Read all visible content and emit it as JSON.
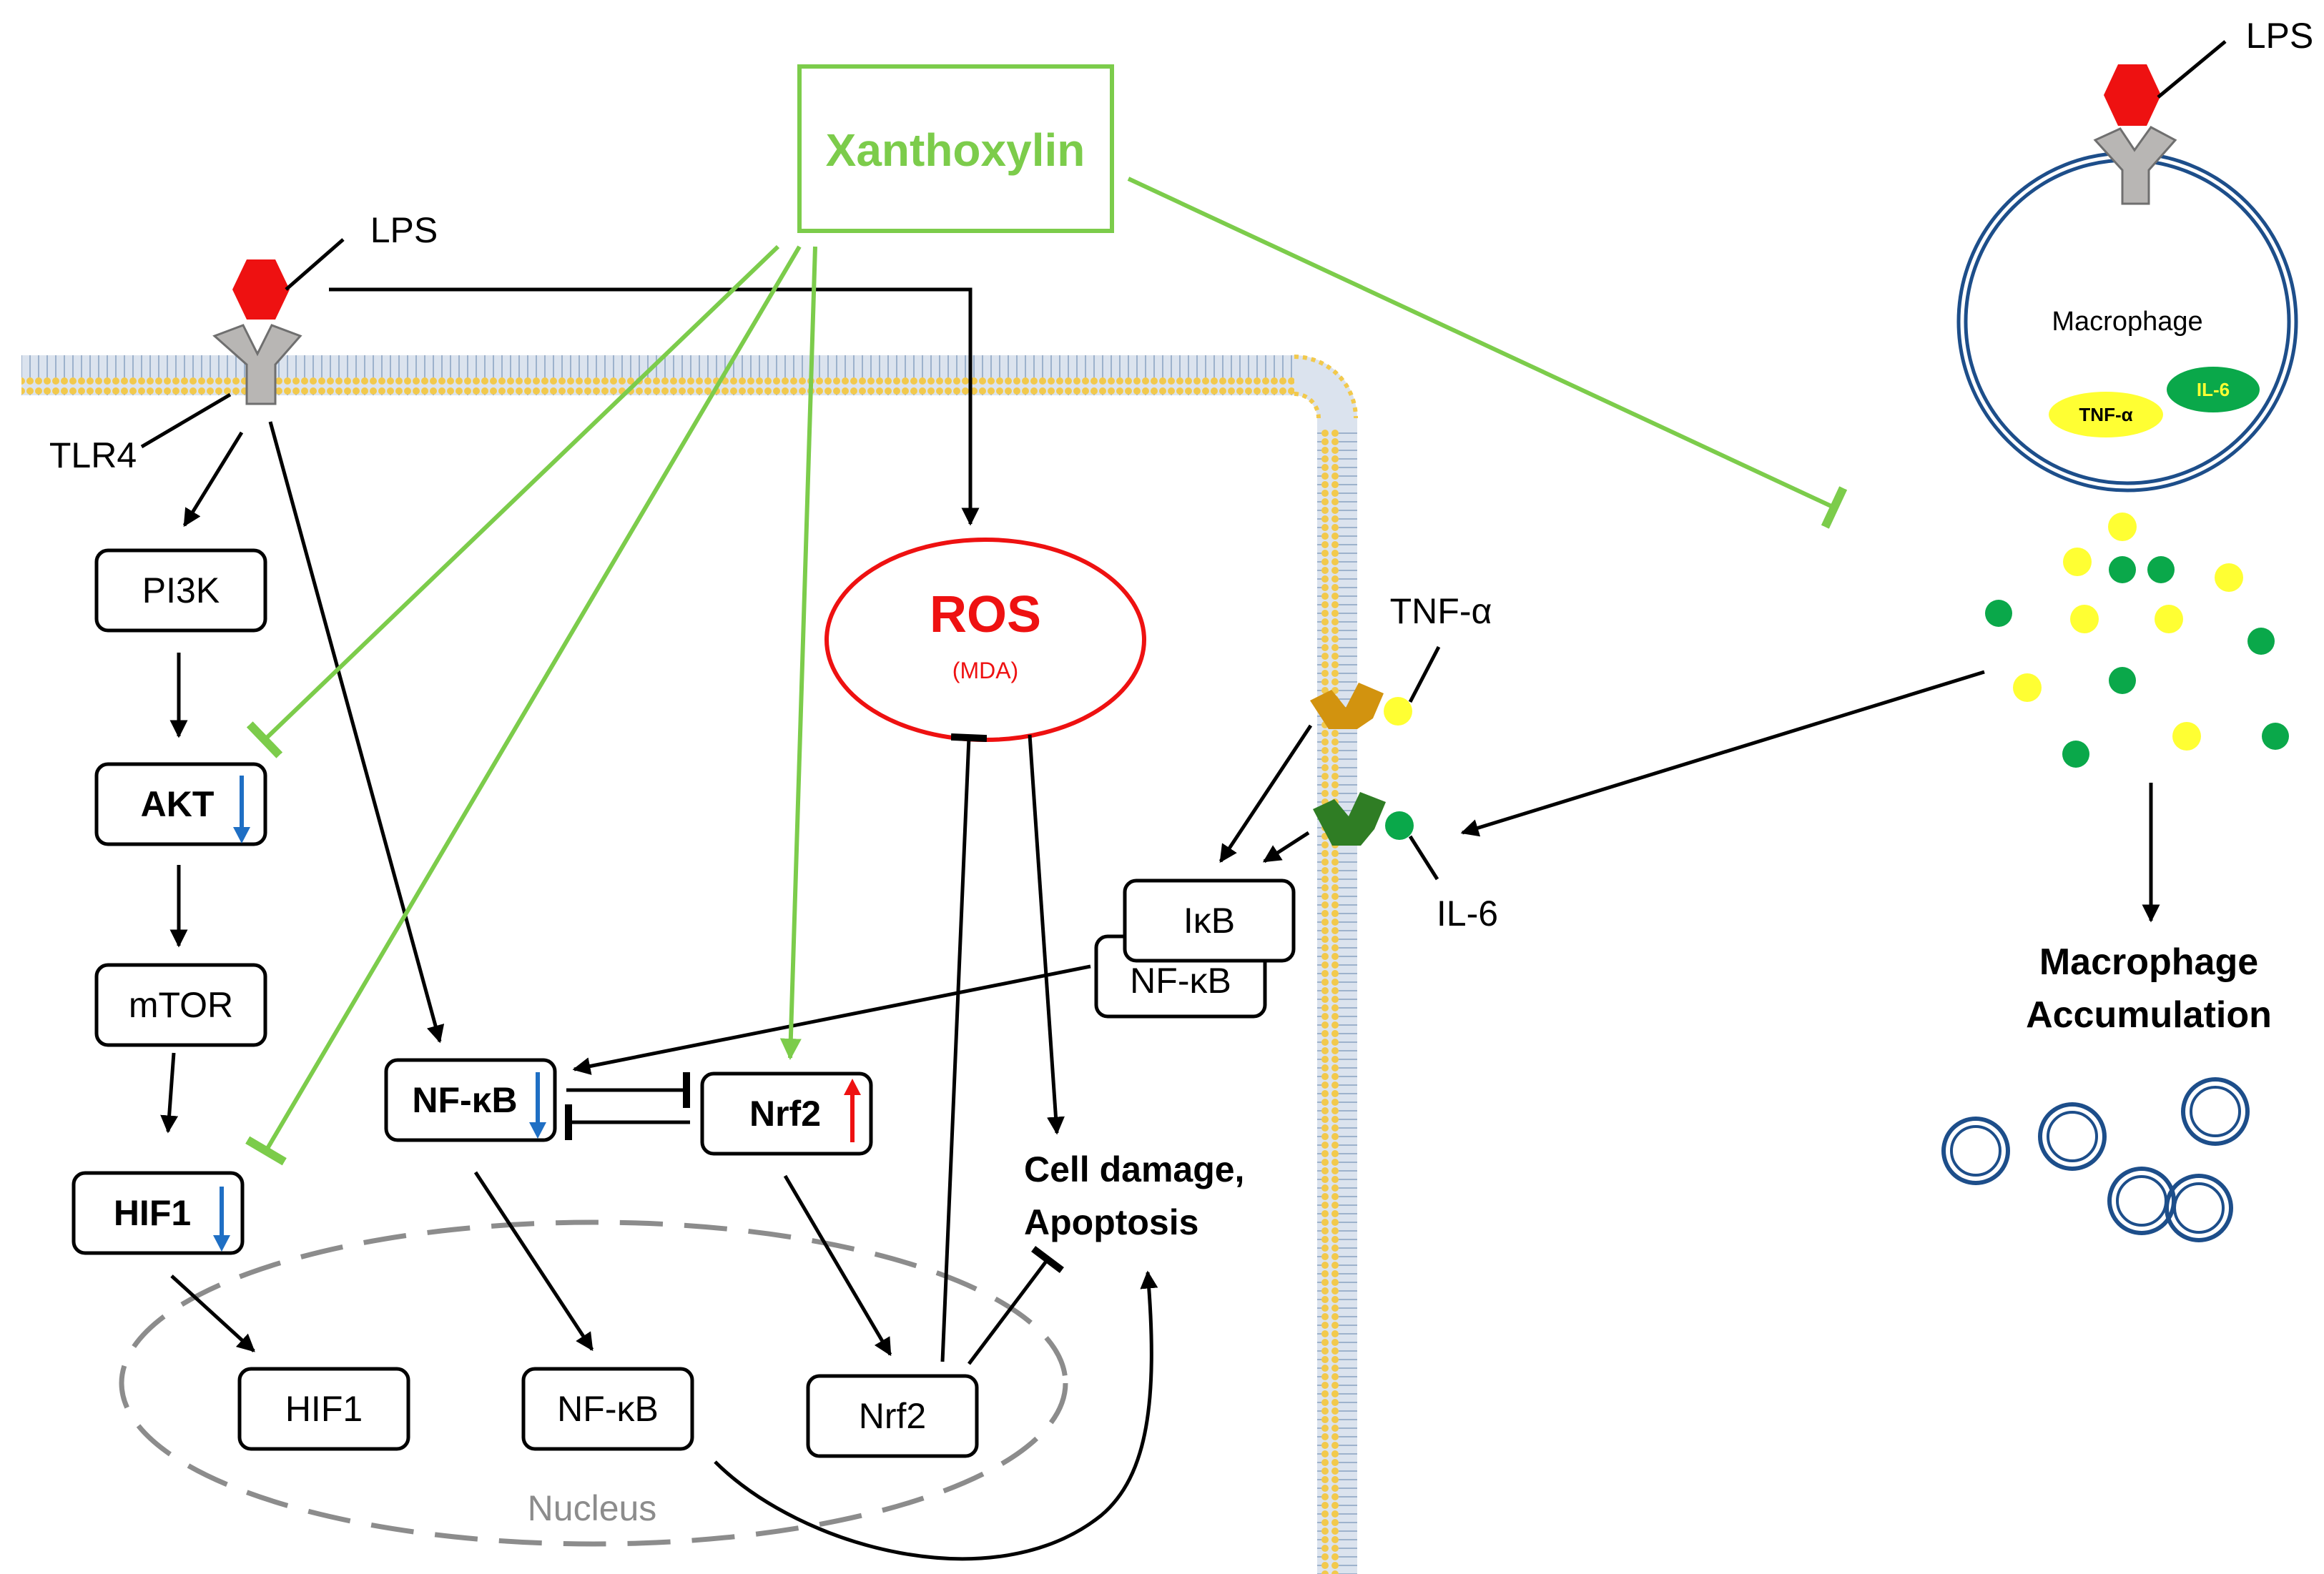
{
  "colors": {
    "green": "#7ccc4b",
    "red": "#ee1111",
    "blue": "#1f6fc4",
    "yellow": "#ffff33",
    "dot_green": "#0aa84a",
    "receptor_gray": "#b8b6b4",
    "tnf_receptor": "#d2930f",
    "il6_receptor": "#2f7d24",
    "macrophage_blue": "#1d4e8a",
    "nucleus_gray": "#8c8c8c"
  },
  "drug": {
    "label": "Xanthoxylin"
  },
  "receptor": {
    "lps_label": "LPS",
    "tlr4_label": "TLR4"
  },
  "pathway": {
    "pi3k": "PI3K",
    "akt": "AKT",
    "mtor": "mTOR",
    "hif1": "HIF1",
    "nfkb": "NF-κB",
    "nrf2": "Nrf2"
  },
  "ros": {
    "title": "ROS",
    "subtitle": "(MDA)"
  },
  "outcome": {
    "line1": "Cell damage,",
    "line2": "Apoptosis"
  },
  "complex": {
    "ikb": "IκB",
    "nfkb": "NF-κB"
  },
  "cytokines": {
    "tnf": "TNF-α",
    "il6": "IL-6"
  },
  "nucleus": {
    "label": "Nucleus",
    "hif1": "HIF1",
    "nfkb": "NF-κB",
    "nrf2": "Nrf2"
  },
  "macrophage": {
    "lps_label": "LPS",
    "label": "Macrophage",
    "tnf_label": "TNF-α",
    "il6_label": "IL-6",
    "accum_line1": "Macrophage",
    "accum_line2": "Accumulation"
  },
  "icons": {
    "down_arrow": "blue-down-arrow-icon",
    "up_arrow": "red-up-arrow-icon",
    "lps": "red-hexagon-icon",
    "receptor": "y-receptor-icon"
  }
}
